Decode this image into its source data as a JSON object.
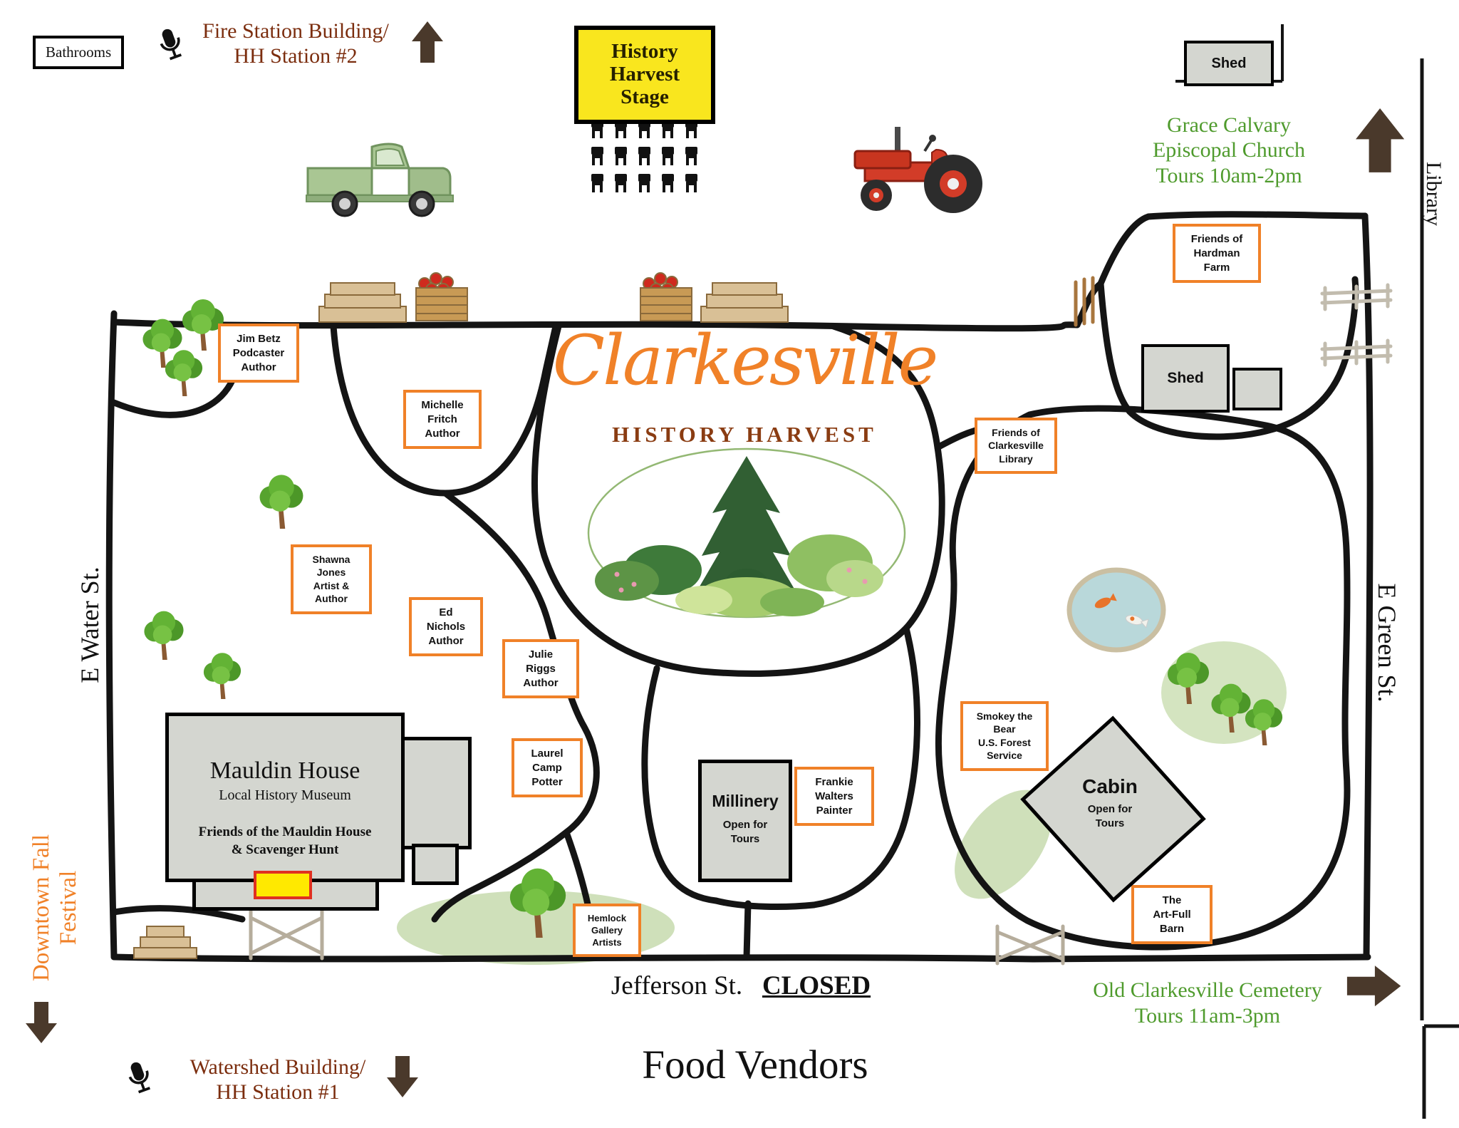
{
  "palette": {
    "accent_orange": "#F08128",
    "green_text": "#4F9B2D",
    "rust_text": "#7B2D0E",
    "stage_yellow": "#F9E61E",
    "building_gray": "#D4D6D0",
    "marker_yellow": "#FFE900",
    "marker_red": "#E03020",
    "path_black": "#141414",
    "arrow_brown": "#4A392B"
  },
  "title": {
    "script": "Clarkesville",
    "subtitle": "HISTORY HARVEST"
  },
  "signs": {
    "bathrooms": "Bathrooms",
    "fire_station": "Fire Station Building/\nHH Station #2",
    "stage": "History\nHarvest\nStage",
    "shed_top": "Shed",
    "grace": "Grace Calvary\nEpiscopal Church\nTours 10am-2pm",
    "library": "Library",
    "jefferson": "Jefferson St.",
    "jefferson_closed": "CLOSED",
    "cemetery": "Old Clarkesville Cemetery\nTours 11am-3pm",
    "food_vendors": "Food Vendors",
    "watershed": "Watershed Building/\nHH Station #1"
  },
  "streets": {
    "e_water": "E Water St.",
    "e_green": "E Green St.",
    "downtown": "Downtown Fall\nFestival"
  },
  "vendors": {
    "jim_betz": "Jim Betz\nPodcaster\nAuthor",
    "michelle_fritch": "Michelle\nFritch\nAuthor",
    "shawna_jones": "Shawna\nJones\nArtist &\nAuthor",
    "ed_nichols": "Ed\nNichols\nAuthor",
    "julie_riggs": "Julie\nRiggs\nAuthor",
    "laurel_camp": "Laurel\nCamp\nPotter",
    "frankie_walters": "Frankie\nWalters\nPainter",
    "friends_library": "Friends of\nClarkesville\nLibrary",
    "friends_hardman": "Friends of\nHardman\nFarm",
    "smokey": "Smokey the\nBear\nU.S. Forest\nService",
    "artfull_barn": "The\nArt-Full\nBarn",
    "hemlock": "Hemlock\nGallery\nArtists"
  },
  "buildings": {
    "mauldin": {
      "name": "Mauldin House",
      "sub": "Local History Museum",
      "note": "Friends of the Mauldin House\n& Scavenger Hunt"
    },
    "millinery": {
      "name": "Millinery",
      "tours": "Open for\nTours"
    },
    "cabin": {
      "name": "Cabin",
      "tours": "Open for\nTours"
    },
    "shed_map": "Shed"
  },
  "icons": {
    "microphone": "mic-icon",
    "up_arrow": "arrow-up-icon",
    "down_arrow": "arrow-down-icon",
    "right_arrow": "arrow-right-icon",
    "stage_chairs": "chair-icon",
    "green_truck": "truck-icon",
    "red_tractor": "tractor-icon",
    "tree": "tree-icon",
    "koi_pond": "koi-pond",
    "scavenger_marker": "scavenger-hunt-marker"
  }
}
